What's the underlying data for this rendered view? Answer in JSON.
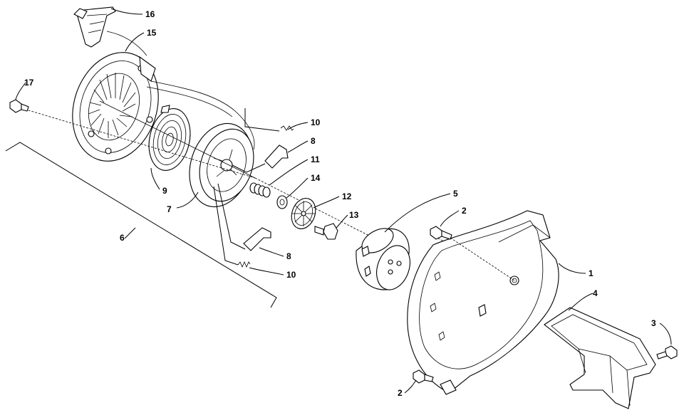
{
  "diagram": {
    "callouts": [
      {
        "id": "c16",
        "text": "16"
      },
      {
        "id": "c15",
        "text": "15"
      },
      {
        "id": "c17",
        "text": "17"
      },
      {
        "id": "c10a",
        "text": "10"
      },
      {
        "id": "c8a",
        "text": "8"
      },
      {
        "id": "c11",
        "text": "11"
      },
      {
        "id": "c14",
        "text": "14"
      },
      {
        "id": "c12",
        "text": "12"
      },
      {
        "id": "c13",
        "text": "13"
      },
      {
        "id": "c9",
        "text": "9"
      },
      {
        "id": "c7",
        "text": "7"
      },
      {
        "id": "c6",
        "text": "6"
      },
      {
        "id": "c8b",
        "text": "8"
      },
      {
        "id": "c10b",
        "text": "10"
      },
      {
        "id": "c5",
        "text": "5"
      },
      {
        "id": "c2a",
        "text": "2"
      },
      {
        "id": "c1",
        "text": "1"
      },
      {
        "id": "c4",
        "text": "4"
      },
      {
        "id": "c3",
        "text": "3"
      },
      {
        "id": "c2b",
        "text": "2"
      }
    ]
  }
}
